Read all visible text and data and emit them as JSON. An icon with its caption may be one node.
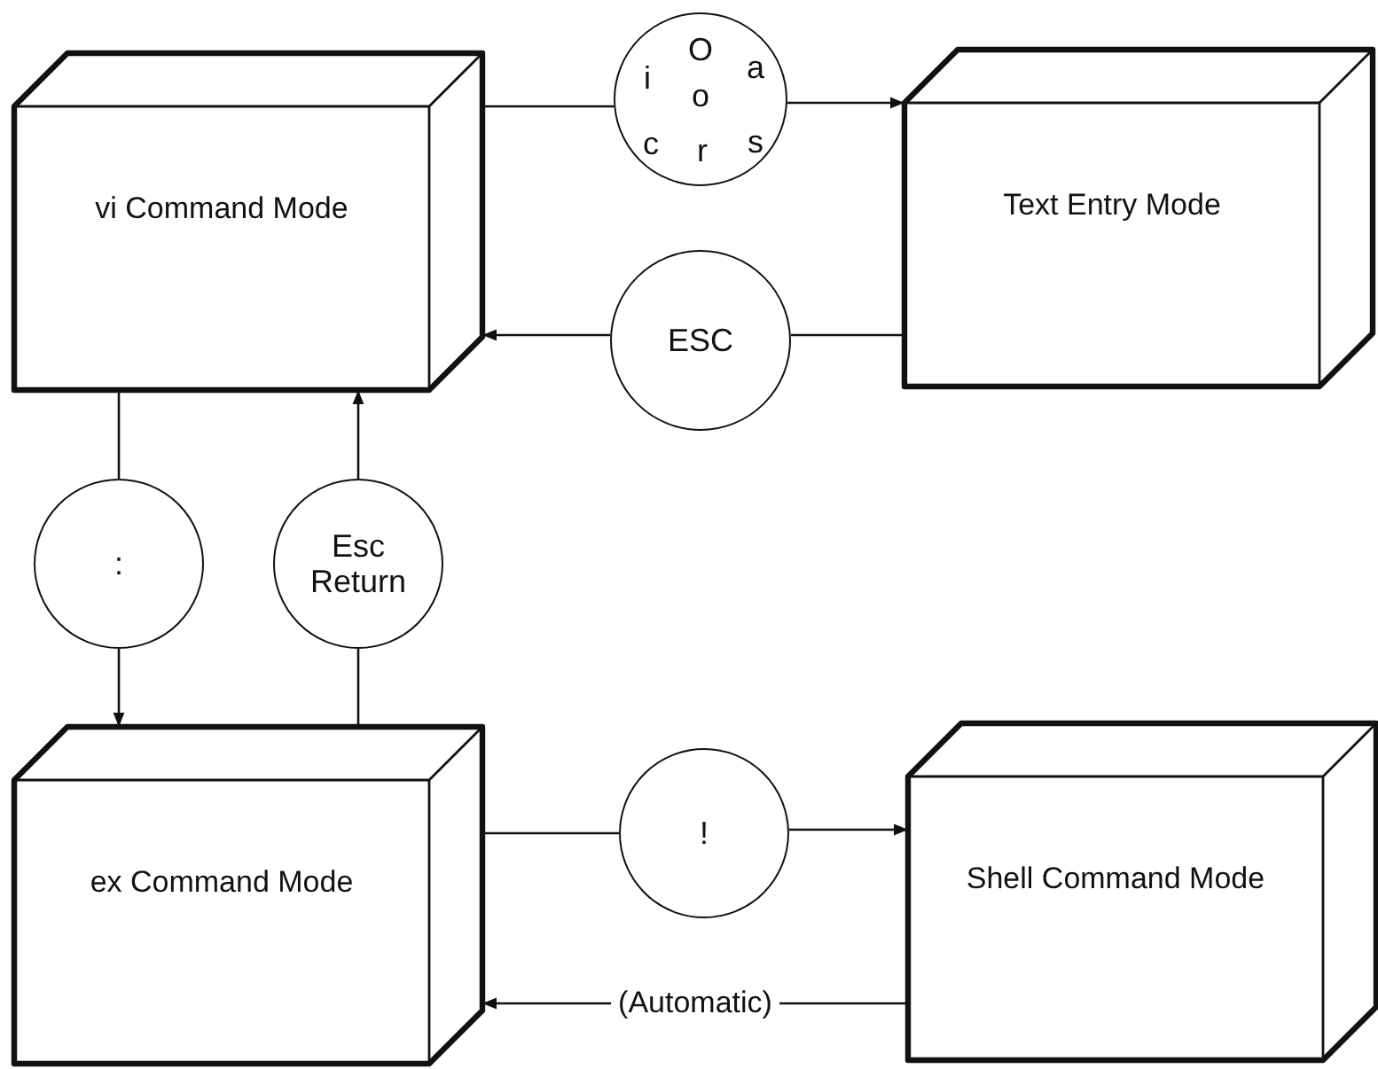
{
  "diagram": {
    "nodes": [
      {
        "text": [
          "vi Command Mode"
        ]
      },
      {
        "text": [
          "O",
          "i",
          "a",
          "o",
          "c",
          "r",
          "s"
        ]
      },
      {
        "text": [
          "Text Entry Mode"
        ]
      },
      {
        "text": [
          "ESC"
        ]
      },
      {
        "text": [
          ":"
        ]
      },
      {
        "text": [
          "Esc Return"
        ]
      },
      {
        "text": [
          "ex Command Mode"
        ]
      },
      {
        "text": [
          "!"
        ]
      },
      {
        "text": [
          "Shell Command Mode"
        ]
      }
    ],
    "edges": [
      {
        "from": 0,
        "to": 1,
        "arrow": "none"
      },
      {
        "from": 1,
        "to": 2,
        "arrow": "to"
      },
      {
        "from": 2,
        "to": 3,
        "arrow": "none"
      },
      {
        "from": 3,
        "to": 0,
        "arrow": "to"
      },
      {
        "from": 0,
        "to": 4,
        "arrow": "none"
      },
      {
        "from": 4,
        "to": 6,
        "arrow": "to"
      },
      {
        "from": 6,
        "to": 5,
        "arrow": "none"
      },
      {
        "from": 5,
        "to": 0,
        "arrow": "to"
      },
      {
        "from": 6,
        "to": 7,
        "arrow": "none"
      },
      {
        "from": 7,
        "to": 8,
        "arrow": "to"
      },
      {
        "from": 8,
        "to": 6,
        "label": "(Automatic)",
        "arrow": "to"
      }
    ]
  }
}
